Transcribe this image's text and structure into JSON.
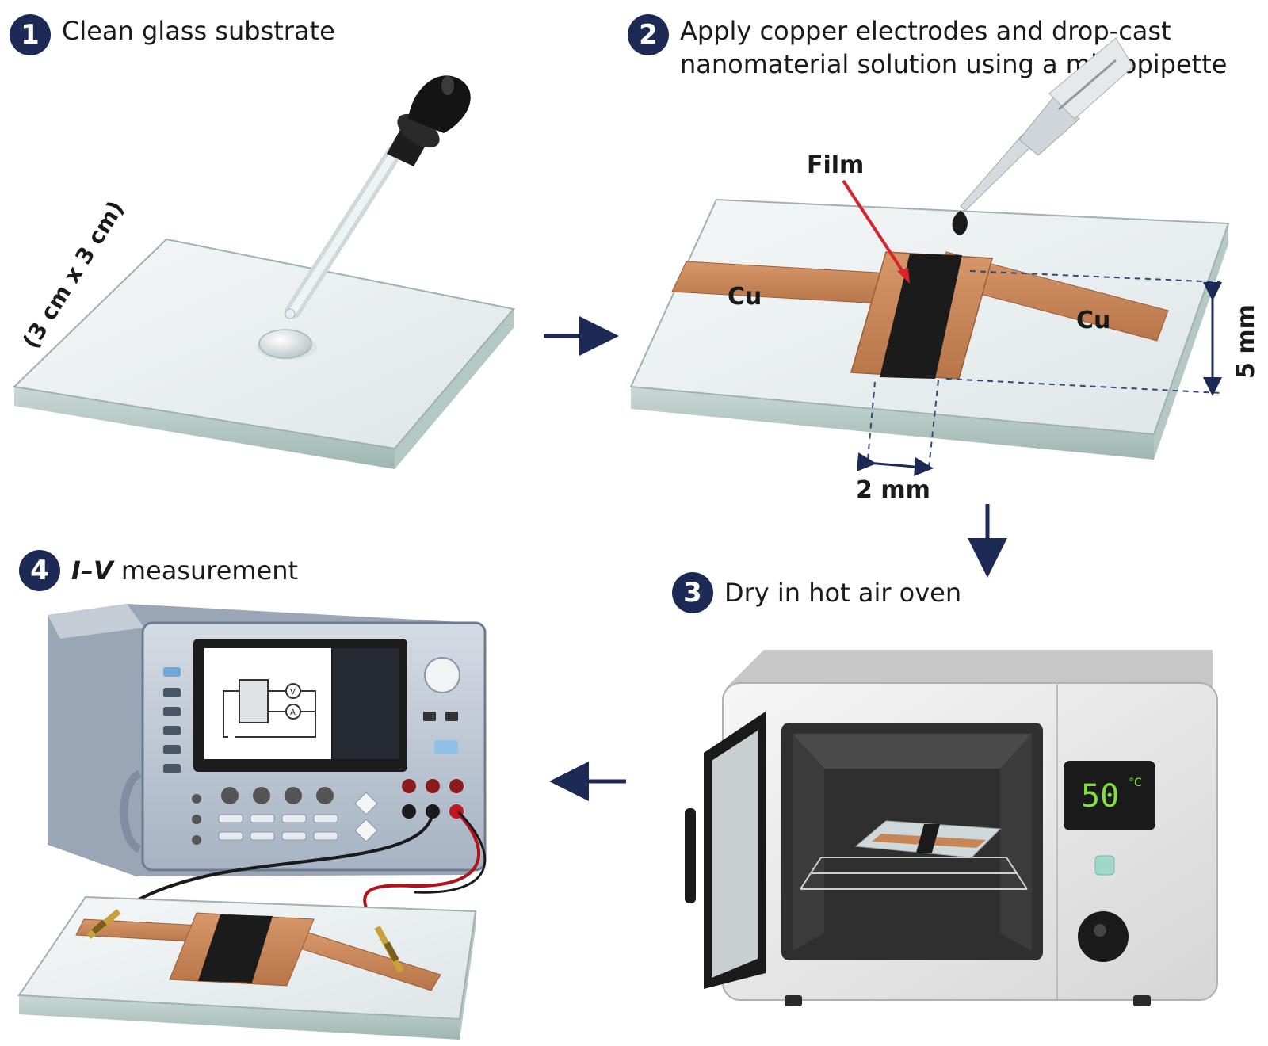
{
  "colors": {
    "badge": "#1c2a55",
    "arrow": "#1c2a55",
    "copper": "#c88656",
    "film": "#1b1b1b",
    "glass": "#e9eef0",
    "pointer": "#d9232d",
    "display": "#7fe13a"
  },
  "steps": [
    {
      "number": "1",
      "text": "Clean glass substrate"
    },
    {
      "number": "2",
      "text": "Apply copper electrodes and drop-cast",
      "text_line2": "nanomaterial solution using a micropipette"
    },
    {
      "number": "3",
      "text": "Dry in hot air oven"
    },
    {
      "number": "4",
      "text_italic": "I–V",
      "text": " measurement"
    }
  ],
  "labels": {
    "substrate_size": "(3 cm x 3 cm)",
    "film": "Film",
    "cu_left": "Cu",
    "cu_right": "Cu",
    "width": "2 mm",
    "height": "5 mm",
    "oven_display": "50",
    "oven_unit": "°C",
    "meter_v": "V",
    "meter_a": "A"
  },
  "icons": [
    "dropper-icon",
    "micropipette-icon",
    "oven-icon",
    "source-meter-icon",
    "arrow-right-icon",
    "arrow-down-icon",
    "arrow-left-icon"
  ]
}
